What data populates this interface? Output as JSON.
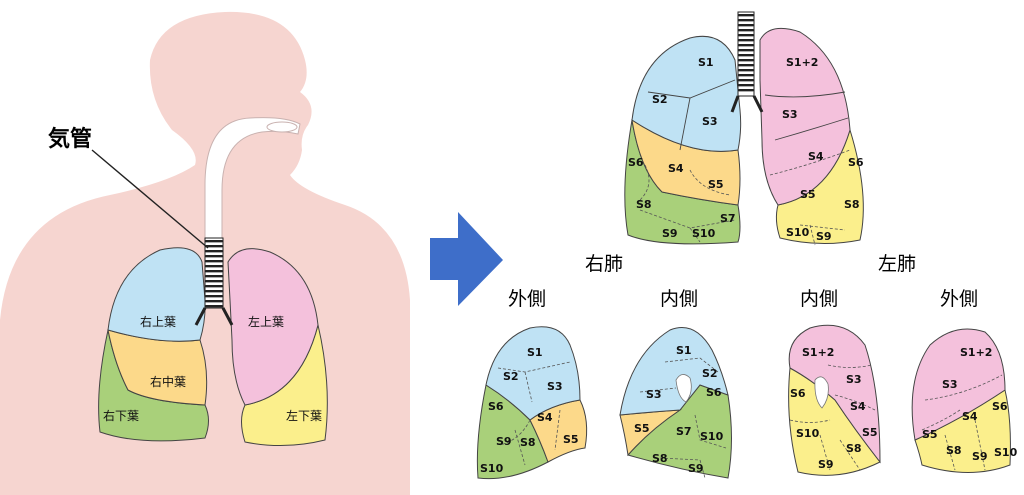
{
  "trachea_label": "気管",
  "colors": {
    "body": "#f6d5d0",
    "upper_right": "#bfe2f4",
    "middle_right": "#fcd98a",
    "lower": "#a9d07a",
    "upper_left": "#f4c1dc",
    "lower_left": "#fbef8c",
    "arrow": "#3e6ec9"
  },
  "lobes": {
    "right_upper": "右上葉",
    "right_middle": "右中葉",
    "right_lower": "右下葉",
    "left_upper": "左上葉",
    "left_lower": "左下葉"
  },
  "headers": {
    "right_lung": "右肺",
    "left_lung": "左肺",
    "right_lateral": "外側",
    "right_medial": "内側",
    "left_medial": "内側",
    "left_lateral": "外側"
  },
  "front_view": {
    "right": [
      "S1",
      "S2",
      "S3",
      "S6",
      "S4",
      "S5",
      "S8",
      "S7",
      "S9",
      "S10"
    ],
    "left": [
      "S1+2",
      "S3",
      "S4",
      "S6",
      "S5",
      "S8",
      "S10",
      "S9"
    ]
  },
  "right_lateral": [
    "S1",
    "S2",
    "S3",
    "S6",
    "S4",
    "S5",
    "S9",
    "S8",
    "S10"
  ],
  "right_medial": [
    "S1",
    "S2",
    "S3",
    "S6",
    "S5",
    "S7",
    "S10",
    "S8",
    "S9"
  ],
  "left_medial": [
    "S1+2",
    "S3",
    "S6",
    "S4",
    "S5",
    "S10",
    "S8",
    "S9"
  ],
  "left_lateral": [
    "S1+2",
    "S3",
    "S4",
    "S6",
    "S5",
    "S8",
    "S9",
    "S10"
  ]
}
